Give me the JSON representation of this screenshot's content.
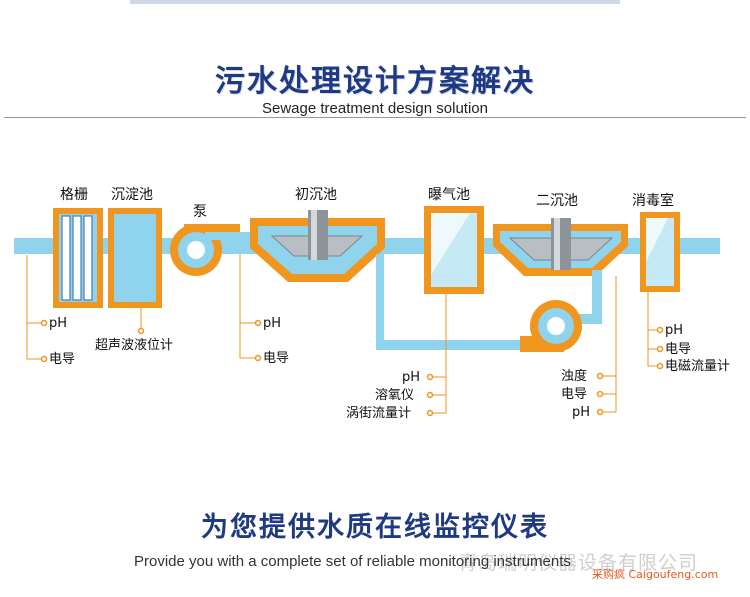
{
  "header": {
    "title_cn": "污水处理设计方案解决",
    "title_en": "Sewage treatment design solution"
  },
  "stages": {
    "grille": "格栅",
    "settling": "沉淀池",
    "pump": "泵",
    "primary": "初沉池",
    "aeration": "曝气池",
    "secondary": "二沉池",
    "disinfection": "消毒室"
  },
  "instruments": {
    "grille_ph": "pH",
    "grille_cond": "电导",
    "settling_level": "超声波液位计",
    "primary_ph": "pH",
    "primary_cond": "电导",
    "aeration_ph": "pH",
    "aeration_do": "溶氧仪",
    "aeration_flow": "涡街流量计",
    "secondary_turbidity": "浊度",
    "secondary_cond": "电导",
    "secondary_ph": "pH",
    "disinfection_ph": "pH",
    "disinfection_cond": "电导",
    "disinfection_flow": "电磁流量计"
  },
  "footer": {
    "slogan_cn": "为您提供水质在线监控仪表",
    "slogan_en": "Provide you with a complete set of reliable monitoring instruments",
    "watermark_company": "青岛瑞明仪器设备有限公司",
    "watermark_site": "采购疯 Caigoufeng.com"
  },
  "colors": {
    "water": "#8fd3ec",
    "frame": "#f0961e",
    "title": "#1f3a82",
    "leader": "#f0961e"
  }
}
